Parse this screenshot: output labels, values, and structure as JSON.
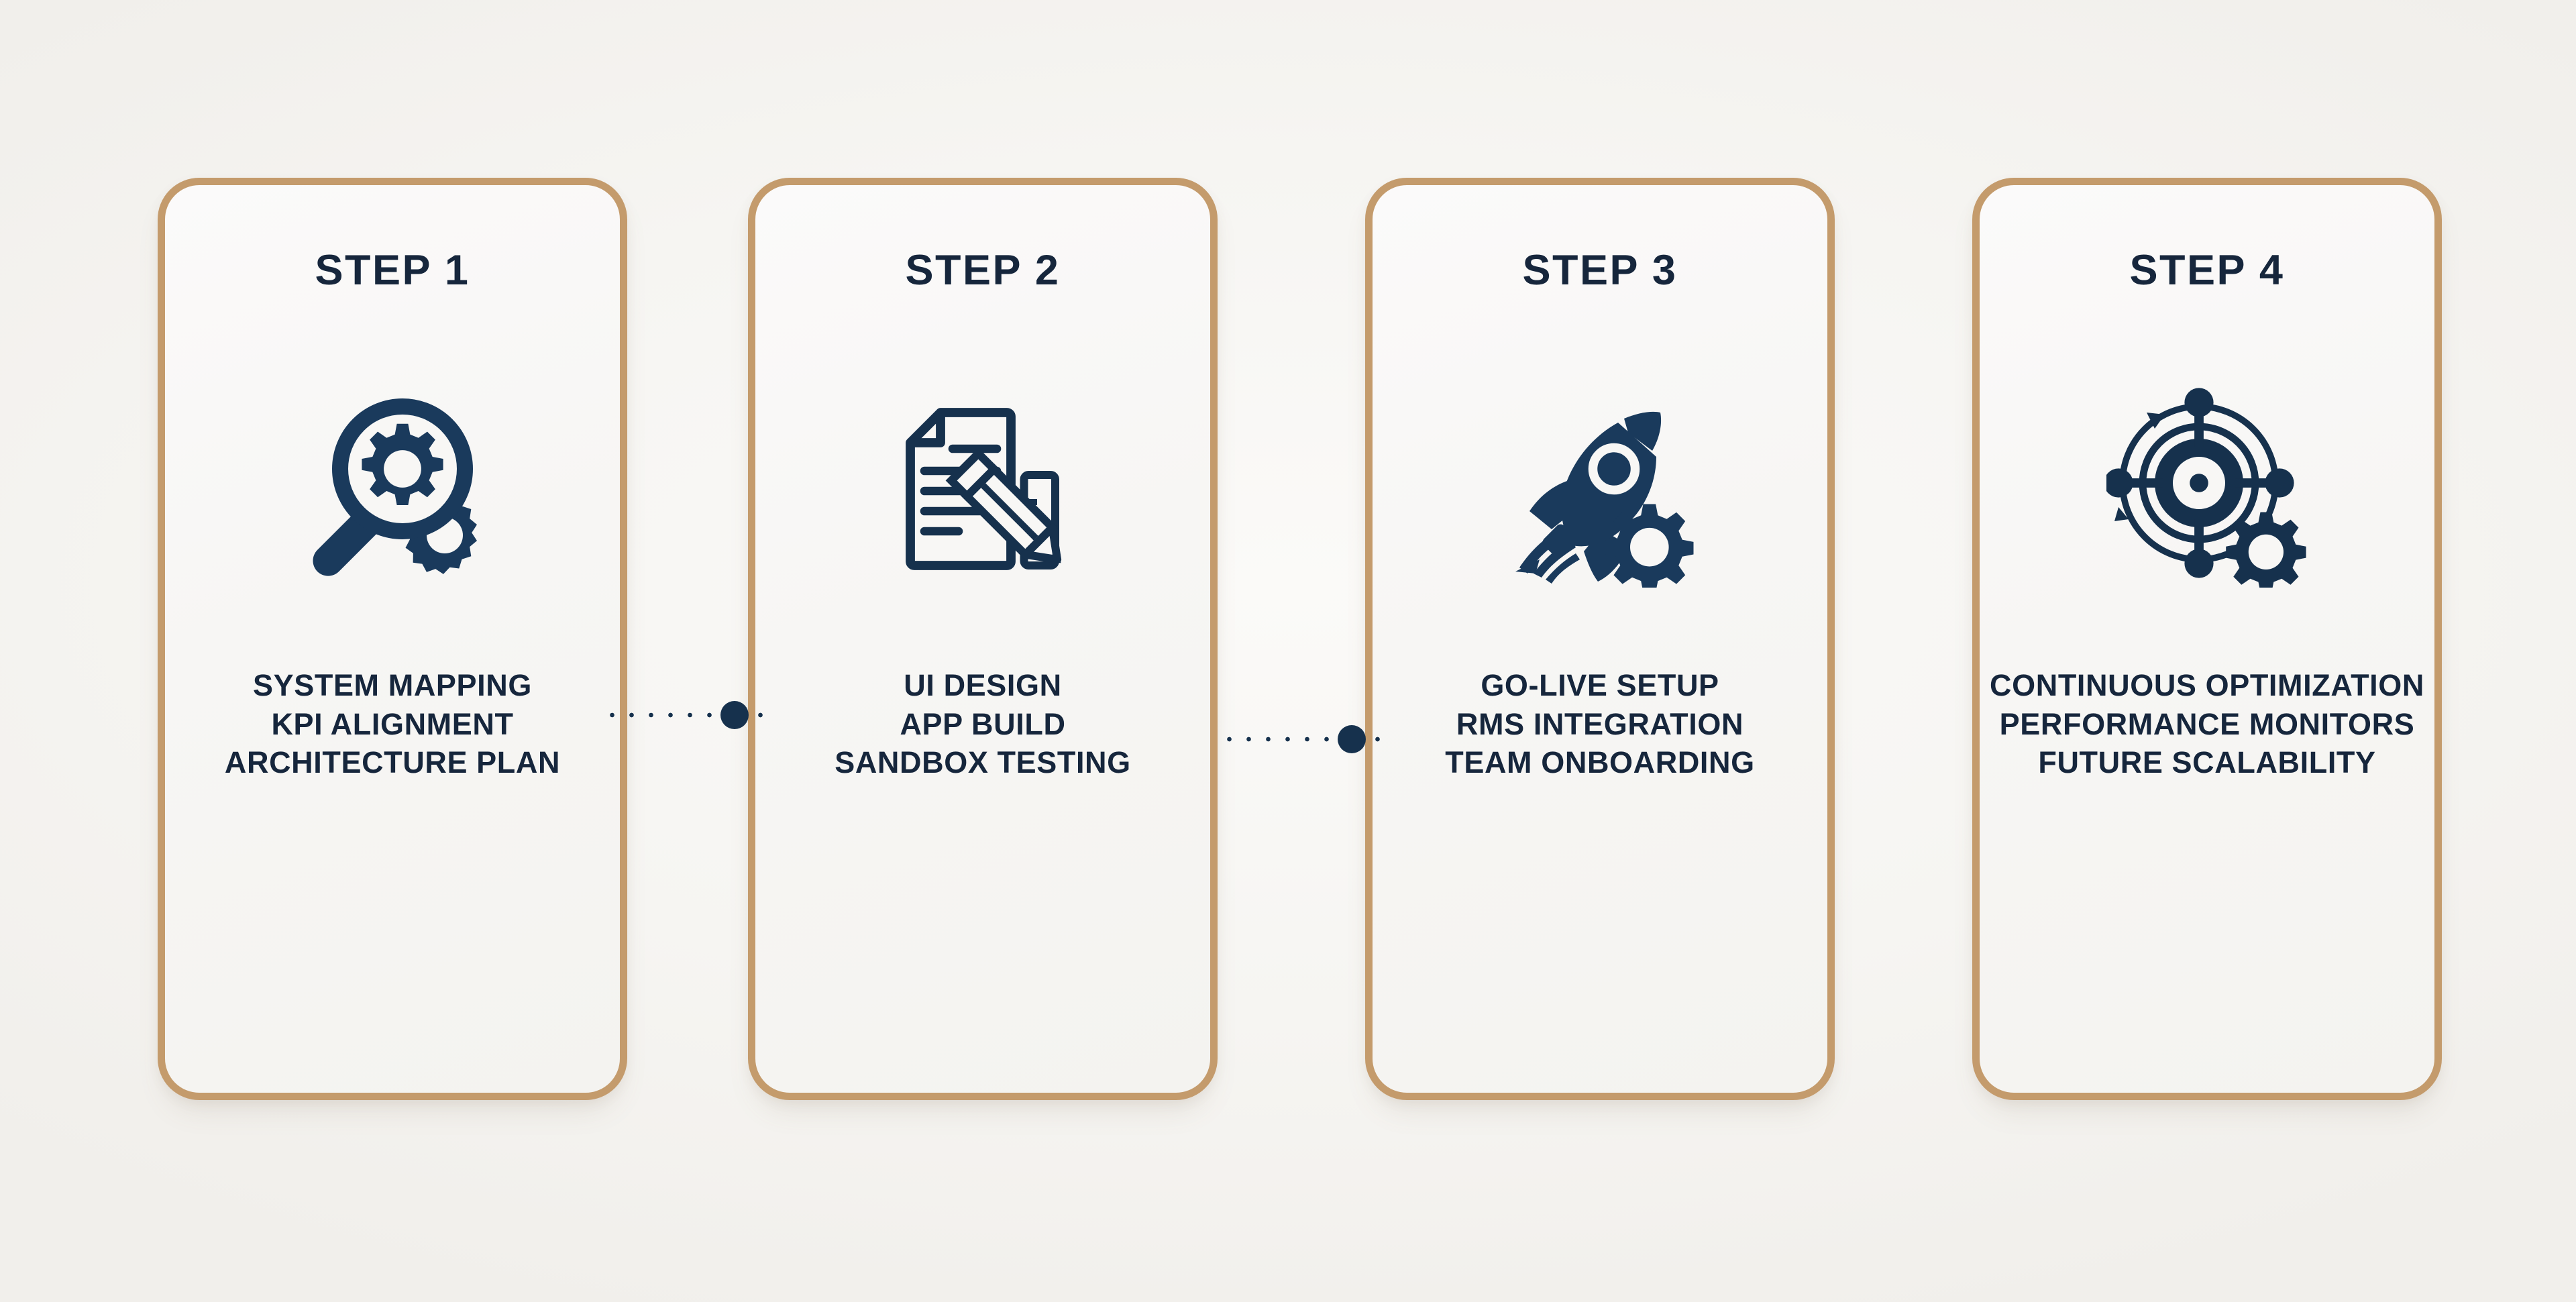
{
  "colors": {
    "background": "#f7f6f3",
    "card_fill": "#f8f7f5",
    "card_border": "#c49b6c",
    "text_navy": "#16263c",
    "icon_navy": "#1a3a5c",
    "connector_navy": "#16314d"
  },
  "cards": [
    {
      "title": "STEP 1",
      "icon": "magnifier-gear-icon",
      "lines": [
        "SYSTEM MAPPING",
        "KPI ALIGNMENT",
        "ARCHITECTURE PLAN"
      ]
    },
    {
      "title": "STEP 2",
      "icon": "document-pencil-ruler-icon",
      "lines": [
        "UI DESIGN",
        "APP BUILD",
        "SANDBOX TESTING"
      ]
    },
    {
      "title": "STEP 3",
      "icon": "rocket-gear-icon",
      "lines": [
        "GO-LIVE SETUP",
        "RMS INTEGRATION",
        "TEAM ONBOARDING"
      ]
    },
    {
      "title": "STEP 4",
      "icon": "target-radar-gear-icon",
      "lines": [
        "CONTINUOUS OPTIMIZATION",
        "PERFORMANCE MONITORS",
        "FUTURE SCALABILITY"
      ]
    }
  ],
  "connectors": [
    {
      "name": "connector-step1-step2",
      "style": "dotted-with-node"
    },
    {
      "name": "connector-step2-step3",
      "style": "dotted-with-node"
    }
  ]
}
